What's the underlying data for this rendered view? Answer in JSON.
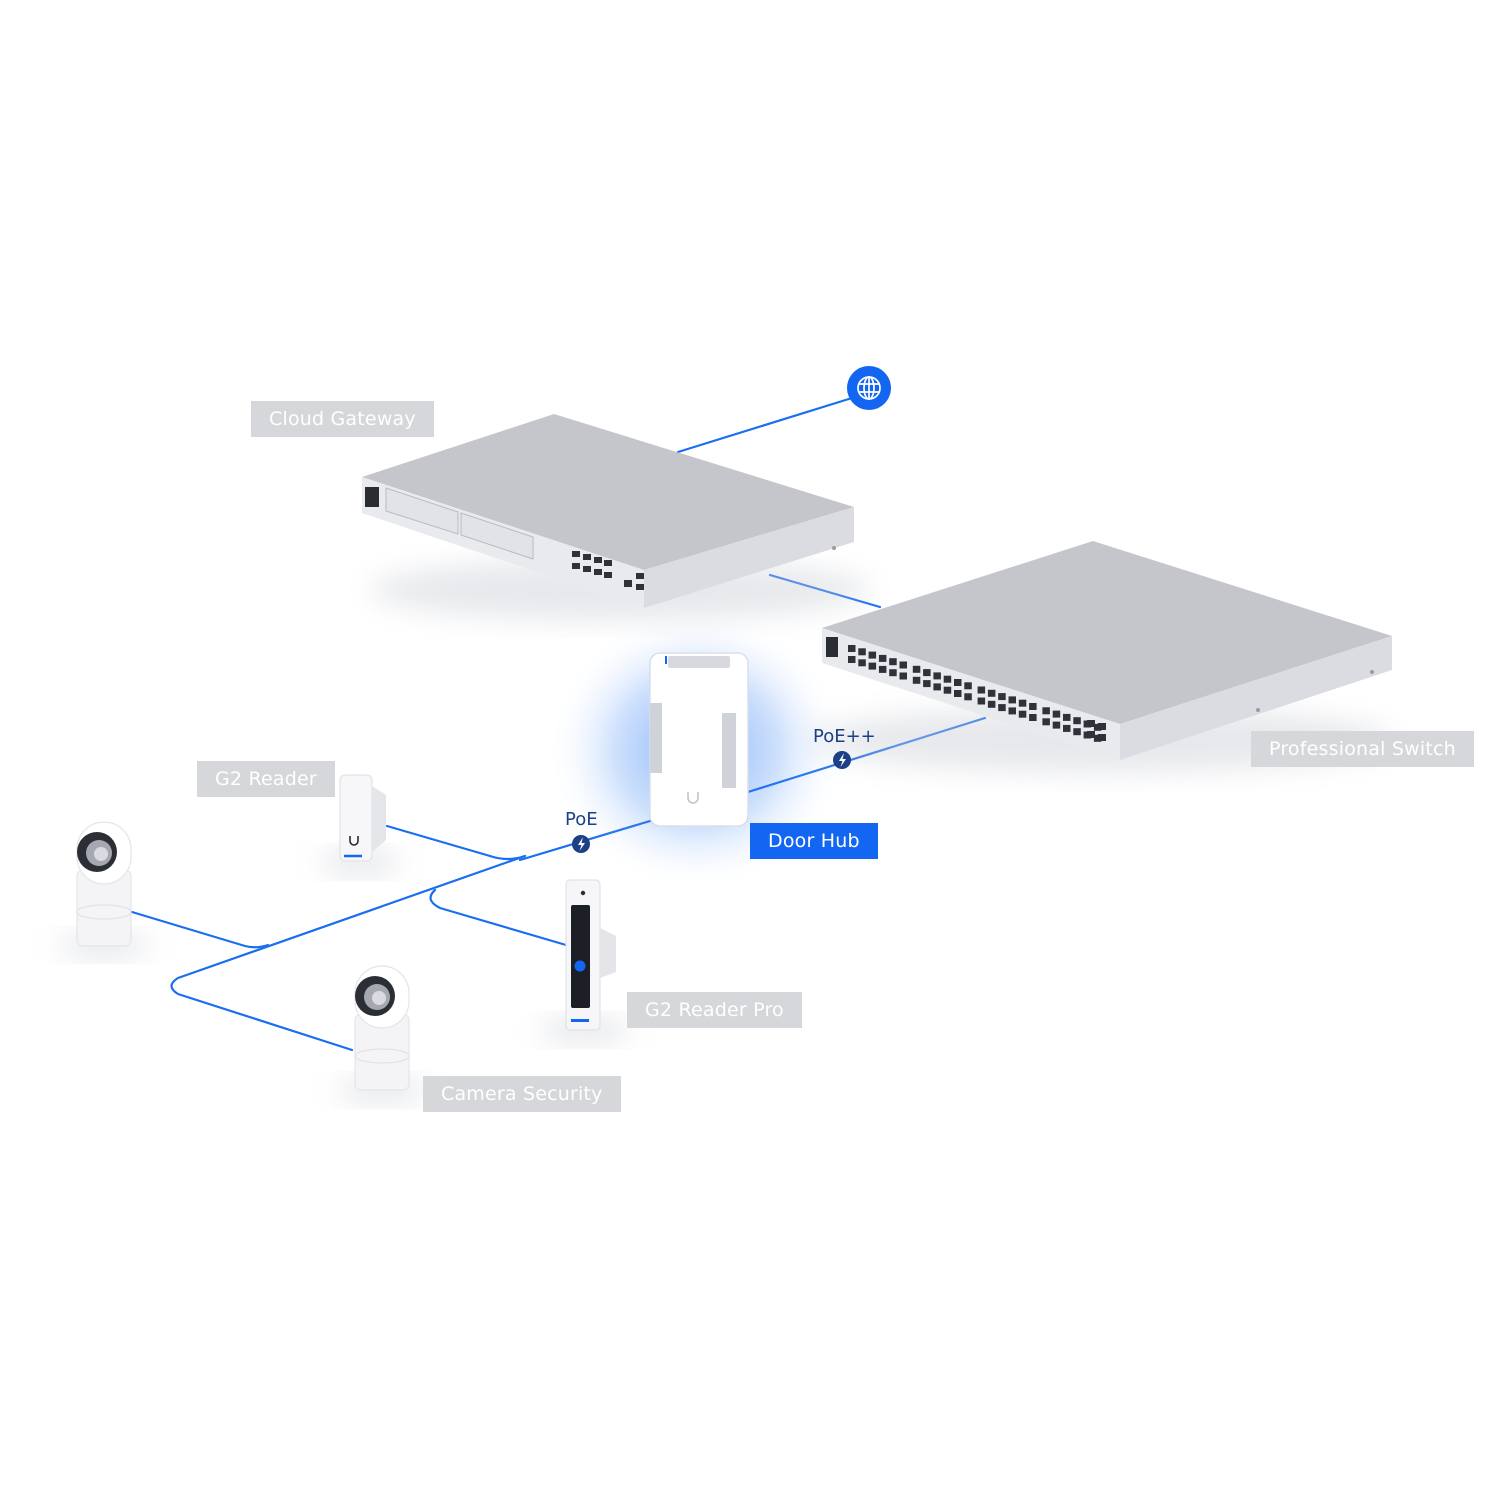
{
  "labels": {
    "cloud_gateway": "Cloud Gateway",
    "professional_switch": "Professional Switch",
    "door_hub": "Door Hub",
    "g2_reader": "G2 Reader",
    "g2_reader_pro": "G2 Reader Pro",
    "camera_security": "Camera Security"
  },
  "link_labels": {
    "poe": "PoE",
    "poe_plus_plus": "PoE++"
  },
  "icons": {
    "internet": "globe-icon",
    "power": "lightning-icon"
  },
  "colors": {
    "link": "#1a6ef0",
    "accent": "#1266f1",
    "tag_gray": "#d6d7da",
    "badge_navy": "#1d3f86"
  }
}
